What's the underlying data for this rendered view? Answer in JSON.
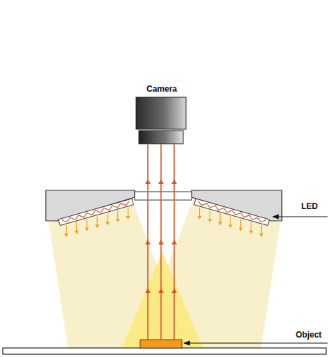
{
  "diagram": {
    "labels": [
      "Camera",
      "LED",
      "Object"
    ]
  }
}
